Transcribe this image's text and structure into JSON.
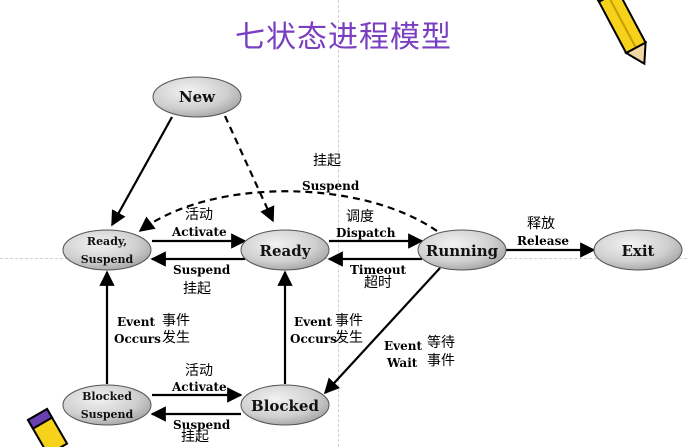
{
  "title": "七状态进程模型",
  "states": {
    "new": "New",
    "ready_suspend_line1": "Ready,",
    "ready_suspend_line2": "Suspend",
    "ready": "Ready",
    "running": "Running",
    "exit": "Exit",
    "blocked_suspend_line1": "Blocked",
    "blocked_suspend_line2": "Suspend",
    "blocked": "Blocked"
  },
  "transitions": {
    "suspend_top_cn": "挂起",
    "suspend_top_en": "Suspend",
    "activate_top_cn": "活动",
    "activate_top_en": "Activate",
    "suspend_mid_en": "Suspend",
    "suspend_mid_cn": "挂起",
    "dispatch_cn": "调度",
    "dispatch_en": "Dispatch",
    "timeout_en": "Timeout",
    "timeout_cn": "超时",
    "release_cn": "释放",
    "release_en": "Release",
    "event_occurs_left_en1": "Event",
    "event_occurs_left_cn1": "事件",
    "event_occurs_left_en2": "Occurs",
    "event_occurs_left_cn2": "发生",
    "event_occurs_mid_en1": "Event",
    "event_occurs_mid_cn1": "事件",
    "event_occurs_mid_en2": "Occurs",
    "event_occurs_mid_cn2": "发生",
    "event_wait_en1": "Event",
    "event_wait_cn1": "等待",
    "event_wait_en2": "Wait",
    "event_wait_cn2": "事件",
    "activate_bottom_cn": "活动",
    "activate_bottom_en": "Activate",
    "suspend_bottom_en": "Suspend",
    "suspend_bottom_cn": "挂起"
  },
  "colors": {
    "title": "#7a3fc0",
    "node_fill": "#c8c8c8",
    "pencil_yellow": "#f6d21a",
    "pencil_purple": "#6a3fb0"
  },
  "icons": {
    "top_right": "pencil-icon",
    "bottom_left": "pencil-icon"
  }
}
